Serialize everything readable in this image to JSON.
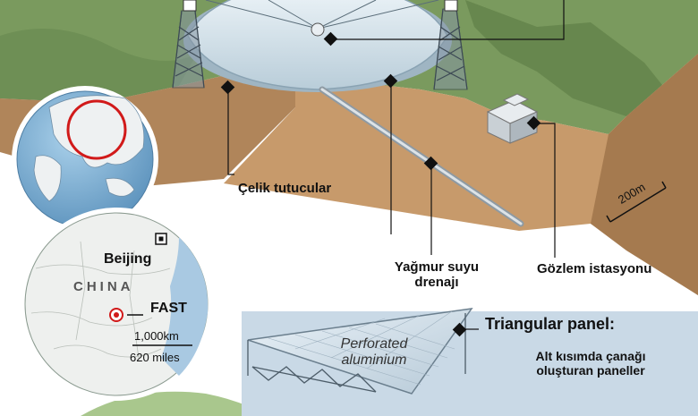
{
  "labels": {
    "steel_supports": "Çelik tutucular",
    "rain_drainage_line1": "Yağmur suyu",
    "rain_drainage_line2": "drenajı",
    "observation_station": "Gözlem istasyonu",
    "scale": "200m"
  },
  "map": {
    "city": "Beijing",
    "country": "CHINA",
    "site": "FAST",
    "scale_km": "1,000km",
    "scale_miles": "620 miles"
  },
  "panel": {
    "title": "Triangular panel:",
    "material_line1": "Perforated",
    "material_line2": "aluminium",
    "desc_line1": "Alt kısımda çanağı",
    "desc_line2": "oluşturan paneller"
  },
  "colors": {
    "terrain_green": "#7a9a5e",
    "soil_brown": "#b0855a",
    "soil_front": "#c79a6b",
    "dish_silver": "#d8e6ee",
    "ocean_blue": "#7fb2d6",
    "panel_bg": "#c9d9e6",
    "highlight_red": "#d11a1a"
  }
}
